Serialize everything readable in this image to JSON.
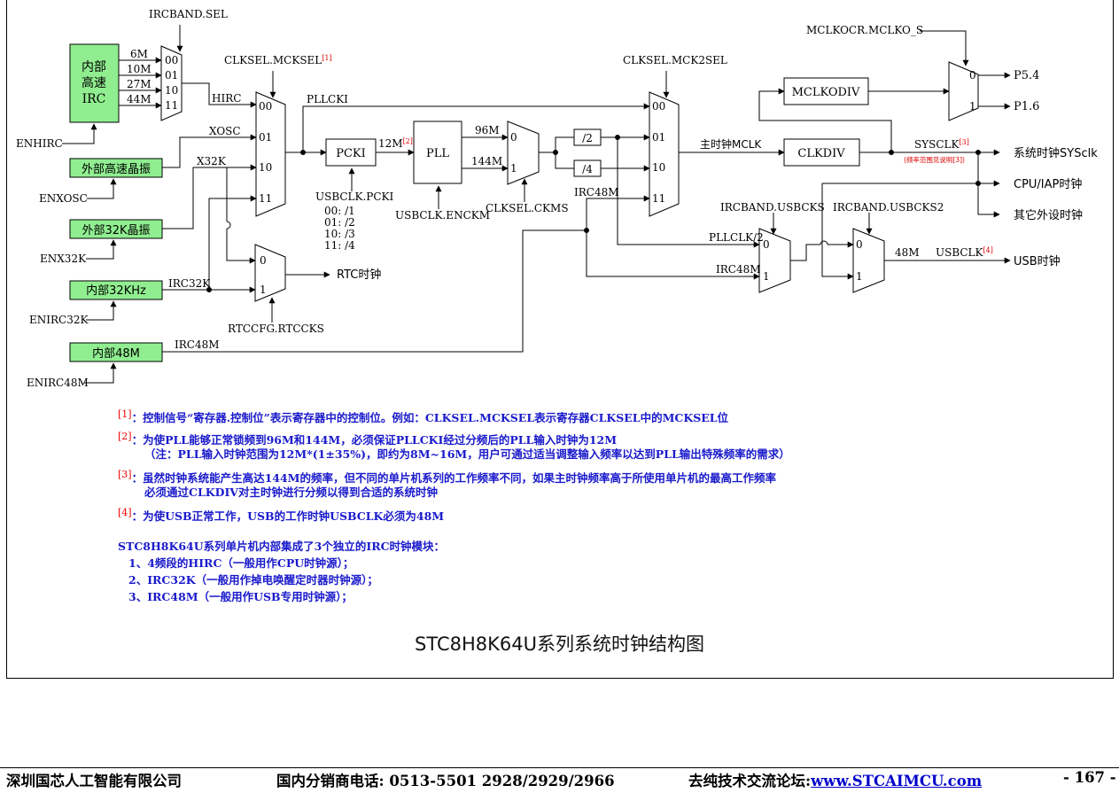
{
  "diagram": {
    "sources": {
      "hirc_box": [
        "内部",
        "高速",
        "IRC"
      ],
      "hirc_freqs": [
        "6M",
        "10M",
        "27M",
        "44M"
      ],
      "xosc_box": "外部高速晶振",
      "x32k_box": "外部32K晶振",
      "irc32k_box": "内部32KHz",
      "irc48m_box": "内部48M",
      "enables": [
        "ENHIRC",
        "ENXOSC",
        "ENX32K",
        "ENIRC32K",
        "ENIRC48M"
      ]
    },
    "signals": {
      "ircband_sel": "IRCBAND.SEL",
      "mcksel": "CLKSEL.MCKSEL",
      "mcksel_ref": "[1]",
      "hirc": "HIRC",
      "xosc": "XOSC",
      "x32k": "X32K",
      "irc32k": "IRC32K",
      "irc48m": "IRC48M",
      "pllcki": "PLLCKI",
      "pcki": "PCKI",
      "pll_in": "12M",
      "pll_in_ref": "[2]",
      "pll": "PLL",
      "usbclk_pcki": "USBCLK.PCKI",
      "pcki_div": [
        "00: /1",
        "01: /2",
        "10: /3",
        "11: /4"
      ],
      "usbclk_enckm": "USBCLK.ENCKM",
      "pll_96m": "96M",
      "pll_144m": "144M",
      "ckms": "CLKSEL.CKMS",
      "div2": "/2",
      "div4": "/4",
      "mck2sel": "CLKSEL.MCK2SEL",
      "main_clk": "主时钟MCLK",
      "clkdiv": "CLKDIV",
      "mclkodiv": "MCLKODIV",
      "mclko_s": "MCLKOCR.MCLKO_S",
      "p54": "P5.4",
      "p16": "P1.6",
      "sysclk": "SYSCLK",
      "sysclk_ref": "[3]",
      "sysclk_note": "(频率范围见说明[3])",
      "out_sysclk": "系统时钟SYSclk",
      "out_cpu": "CPU/IAP时钟",
      "out_periph": "其它外设时钟",
      "rtc_clk": "RTC时钟",
      "rtccks": "RTCCFG.RTCCKS",
      "usbcks": "IRCBAND.USBCKS",
      "usbcks2": "IRCBAND.USBCKS2",
      "pllclk2": "PLLCLK/2",
      "usb_48m": "48M",
      "usbclk": "USBCLK",
      "usbclk_ref": "[4]",
      "usb_clk": "USB时钟",
      "mux_sel2": [
        "0",
        "1"
      ],
      "mux_sel4": [
        "00",
        "01",
        "10",
        "11"
      ]
    }
  },
  "notes": {
    "n1_ref": "[1]",
    "n1": "：控制信号“寄存器.控制位”表示寄存器中的控制位。例如：CLKSEL.MCKSEL表示寄存器CLKSEL中的MCKSEL位",
    "n2_ref": "[2]",
    "n2": "：为使PLL能够正常锁频到96M和144M，必须保证PLLCKI经过分频后的PLL输入时钟为12M",
    "n2b": "（注：PLL输入时钟范围为12M*(1±35%)，即约为8M~16M，用户可通过适当调整输入频率以达到PLL输出特殊频率的需求）",
    "n3_ref": "[3]",
    "n3": "：虽然时钟系统能产生高达144M的频率，但不同的单片机系列的工作频率不同，如果主时钟频率高于所使用单片机的最高工作频率",
    "n3b": "必须通过CLKDIV对主时钟进行分频以得到合适的系统时钟",
    "n4_ref": "[4]",
    "n4": "：为使USB正常工作，USB的工作时钟USBCLK必须为48M",
    "irc_title": "STC8H8K64U系列单片机内部集成了3个独立的IRC时钟模块：",
    "irc1": "1、4频段的HIRC（一般用作CPU时钟源）；",
    "irc2": "2、IRC32K（一般用作掉电唤醒定时器时钟源）；",
    "irc3": "3、IRC48M（一般用作USB专用时钟源）；"
  },
  "caption": "STC8H8K64U系列系统时钟结构图",
  "footer": {
    "company": "深圳国芯人工智能有限公司",
    "phone": "国内分销商电话: 0513-5501 2928/2929/2966",
    "forum_label": "去纯技术交流论坛:",
    "forum_url": "www.STCAIMCU.com",
    "page": "- 167 -"
  },
  "colors": {
    "box_green": "#90ee90",
    "note_blue": "#1a1acc",
    "ref_red": "#e00000",
    "line": "#000000"
  }
}
